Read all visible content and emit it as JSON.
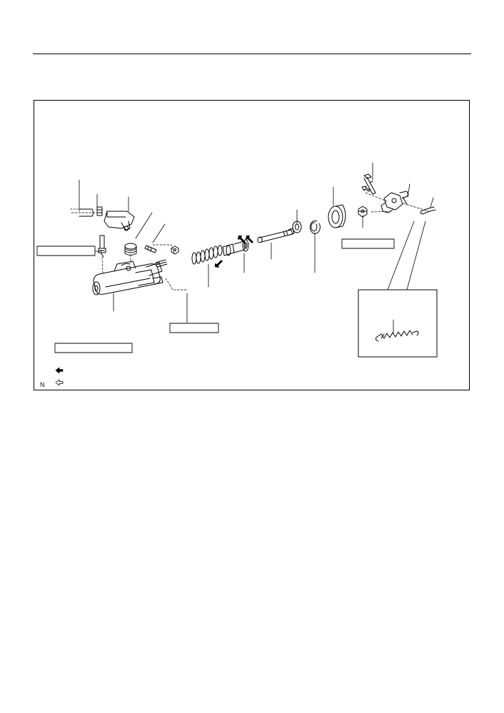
{
  "figure": {
    "code": "N",
    "legend": [
      {
        "symbol": "filled-arrow-icon",
        "label": ""
      },
      {
        "symbol": "outline-arrow-icon",
        "label": ""
      }
    ],
    "boxed_labels": [
      {
        "id": "left-spec-box",
        "text": ""
      },
      {
        "id": "torque-box-a",
        "text": ""
      },
      {
        "id": "torque-box-b",
        "text": ""
      },
      {
        "id": "torque-box-c",
        "text": ""
      }
    ],
    "colors": {
      "line": "#000000",
      "background": "#ffffff"
    }
  }
}
